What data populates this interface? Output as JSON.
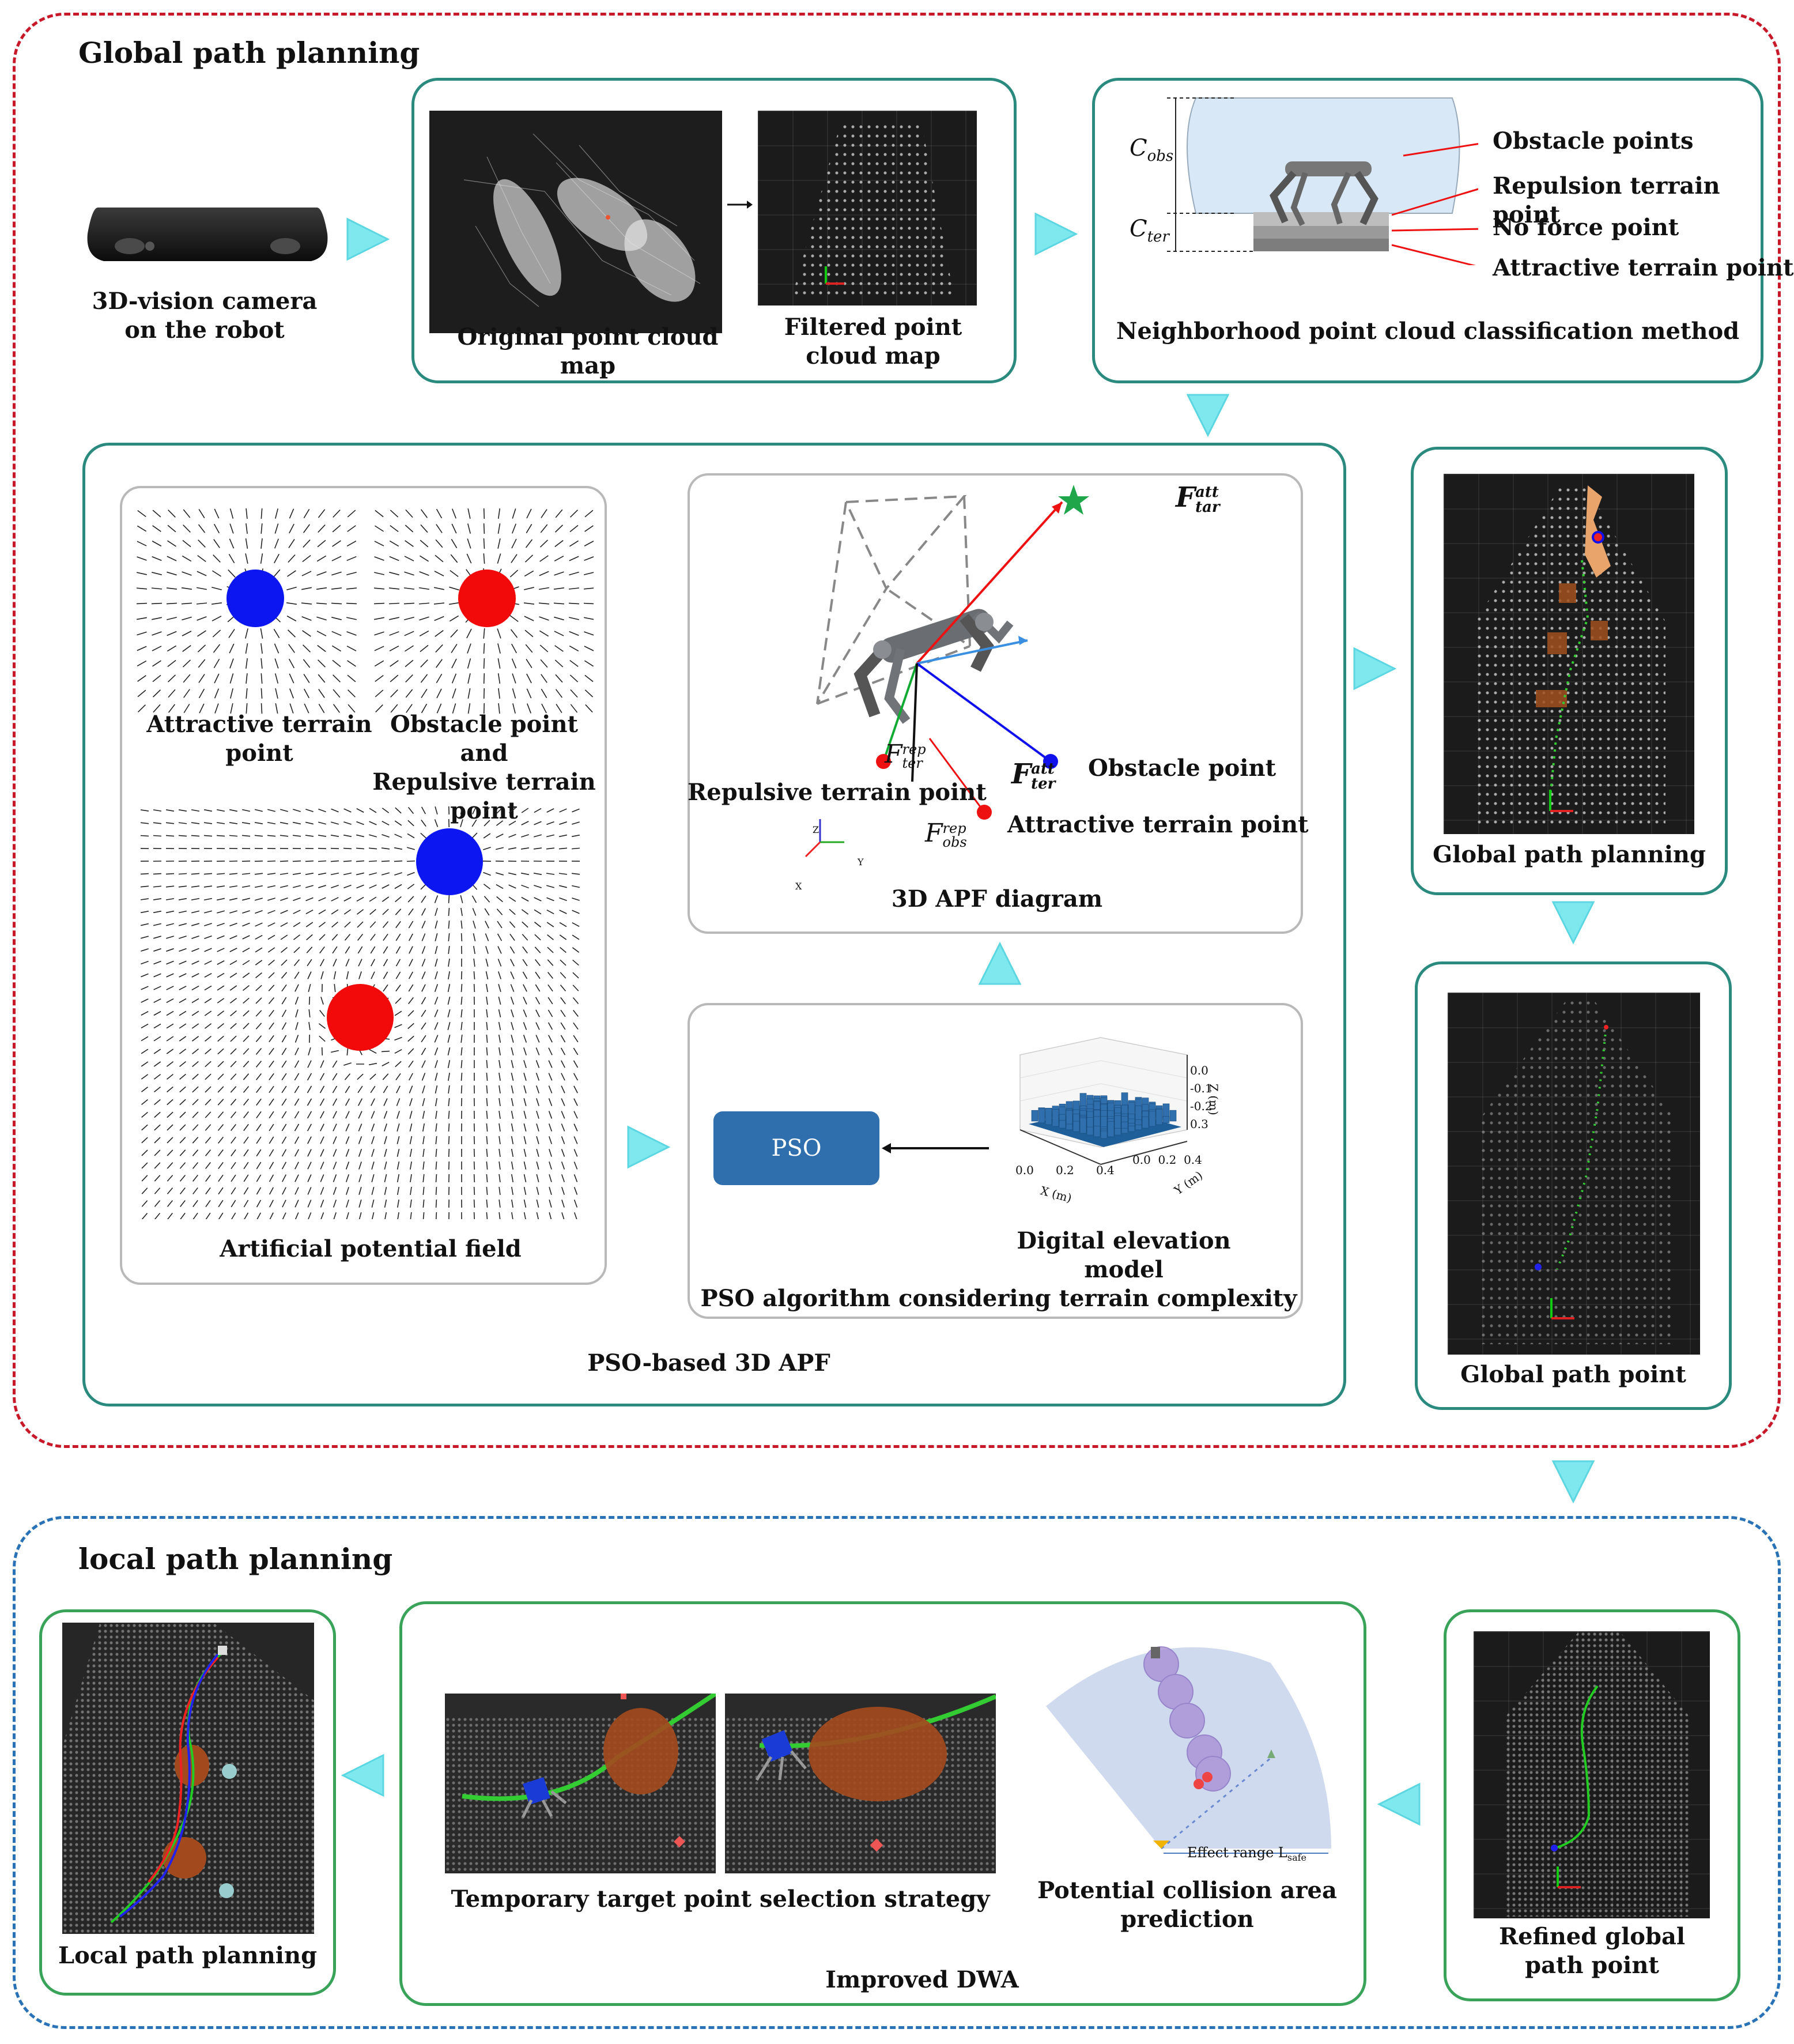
{
  "sections": {
    "global_title": "Global path planning",
    "local_title": "local path planning"
  },
  "camera": {
    "label_line1": "3D-vision camera",
    "label_line2": "on the robot"
  },
  "pointcloud": {
    "original_label": "Original point cloud map",
    "filtered_line1": "Filtered  point",
    "filtered_line2": "cloud map"
  },
  "classification": {
    "label": "Neighborhood point cloud classification method",
    "c_obs_main": "C",
    "c_obs_sub": "obs",
    "c_ter_main": "C",
    "c_ter_sub": "ter",
    "items": [
      "Obstacle points",
      "Repulsion terrain point",
      "No force point",
      "Attractive terrain point"
    ]
  },
  "apf": {
    "attractive_line1": "Attractive terrain",
    "attractive_line2": "point",
    "obstacle_line1": "Obstacle point and",
    "obstacle_line2": "Repulsive terrain",
    "obstacle_line3": "point",
    "field_label": "Artificial potential field"
  },
  "apf3d": {
    "label": "3D APF diagram",
    "f_main": "F",
    "tar_sup": "att",
    "tar_sub": "tar",
    "ter_rep_sup": "rep",
    "ter_rep_sub": "ter",
    "ter_att_sup": "att",
    "ter_att_sub": "ter",
    "obs_rep_sup": "rep",
    "obs_rep_sub": "obs",
    "repulsive_terrain": "Repulsive terrain point",
    "obstacle_point": "Obstacle point",
    "attractive_terrain": "Attractive terrain point",
    "axis_z": "Z",
    "axis_y": "Y",
    "axis_x": "X"
  },
  "pso": {
    "button": "PSO",
    "dem_label": "Digital elevation model",
    "panel_label": "PSO algorithm considering terrain complexity",
    "z_ticks": [
      "0.0",
      "-0.1",
      "-0.2",
      "0.3"
    ],
    "z_axis": "Z (m)",
    "y_ticks": [
      "0.0",
      "0.2",
      "0.4"
    ],
    "y_axis": "Y (m)",
    "x_ticks": [
      "0.0",
      "0.2",
      "0.4"
    ],
    "x_axis": "X (m)"
  },
  "pso_apf_label": "PSO-based 3D APF",
  "global_planning_label": "Global path planning",
  "global_point_label": "Global path point",
  "local": {
    "refined_line1": "Refined global",
    "refined_line2": "path point",
    "collision_line1": "Potential collision area",
    "collision_line2": "prediction",
    "effect_range": "Effect range L",
    "effect_sub": "safe",
    "temp_target": "Temporary target point selection strategy",
    "dwa_label": "Improved DWA",
    "local_planning_label": "Local path planning"
  },
  "colors": {
    "teal_border": "#2a8a7e",
    "green_border": "#3aa35a",
    "red_dash": "#c8192a",
    "blue_dash": "#2a72b6",
    "cyan_arrow": "#7fe8ef",
    "pso_blue": "#2f6fad",
    "blue_circle": "#0b16f0",
    "red_circle": "#f20a0a",
    "obstacle_brown": "#a24a1e"
  }
}
